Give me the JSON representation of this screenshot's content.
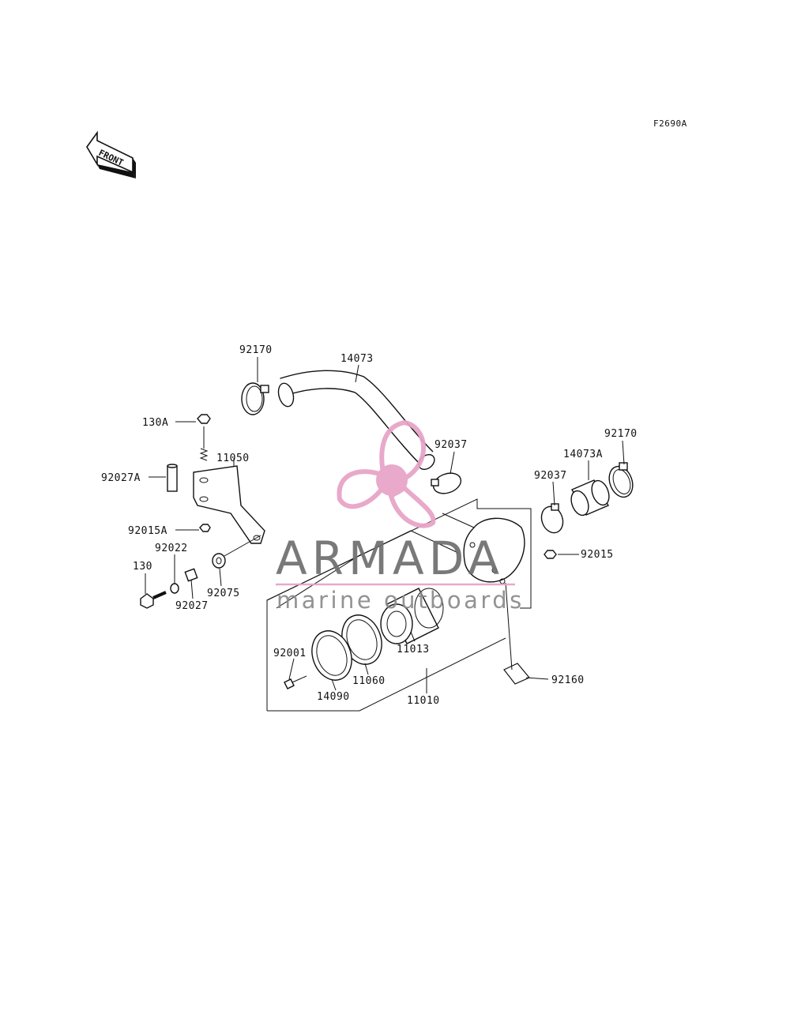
{
  "diagram": {
    "code": "F2690A",
    "front_arrow_text": "FRONT",
    "parts": [
      {
        "id": "p-92170-a",
        "number": "92170"
      },
      {
        "id": "p-14073",
        "number": "14073"
      },
      {
        "id": "p-130a",
        "number": "130A"
      },
      {
        "id": "p-11050",
        "number": "11050"
      },
      {
        "id": "p-92027a",
        "number": "92027A"
      },
      {
        "id": "p-92037-a",
        "number": "92037"
      },
      {
        "id": "p-92170-b",
        "number": "92170"
      },
      {
        "id": "p-14073a",
        "number": "14073A"
      },
      {
        "id": "p-92037-b",
        "number": "92037"
      },
      {
        "id": "p-92015a",
        "number": "92015A"
      },
      {
        "id": "p-92022",
        "number": "92022"
      },
      {
        "id": "p-130",
        "number": "130"
      },
      {
        "id": "p-92075",
        "number": "92075"
      },
      {
        "id": "p-92027",
        "number": "92027"
      },
      {
        "id": "p-92015",
        "number": "92015"
      },
      {
        "id": "p-11013",
        "number": "11013"
      },
      {
        "id": "p-92001",
        "number": "92001"
      },
      {
        "id": "p-11060",
        "number": "11060"
      },
      {
        "id": "p-14090",
        "number": "14090"
      },
      {
        "id": "p-11010",
        "number": "11010"
      },
      {
        "id": "p-92160",
        "number": "92160"
      }
    ]
  },
  "watermark": {
    "brand": "ARMADA",
    "tagline": "marine outboards",
    "colors": {
      "pink": "#e7a3c6",
      "pink_dark": "#d98bb5",
      "gray": "#6f6f6f"
    }
  }
}
